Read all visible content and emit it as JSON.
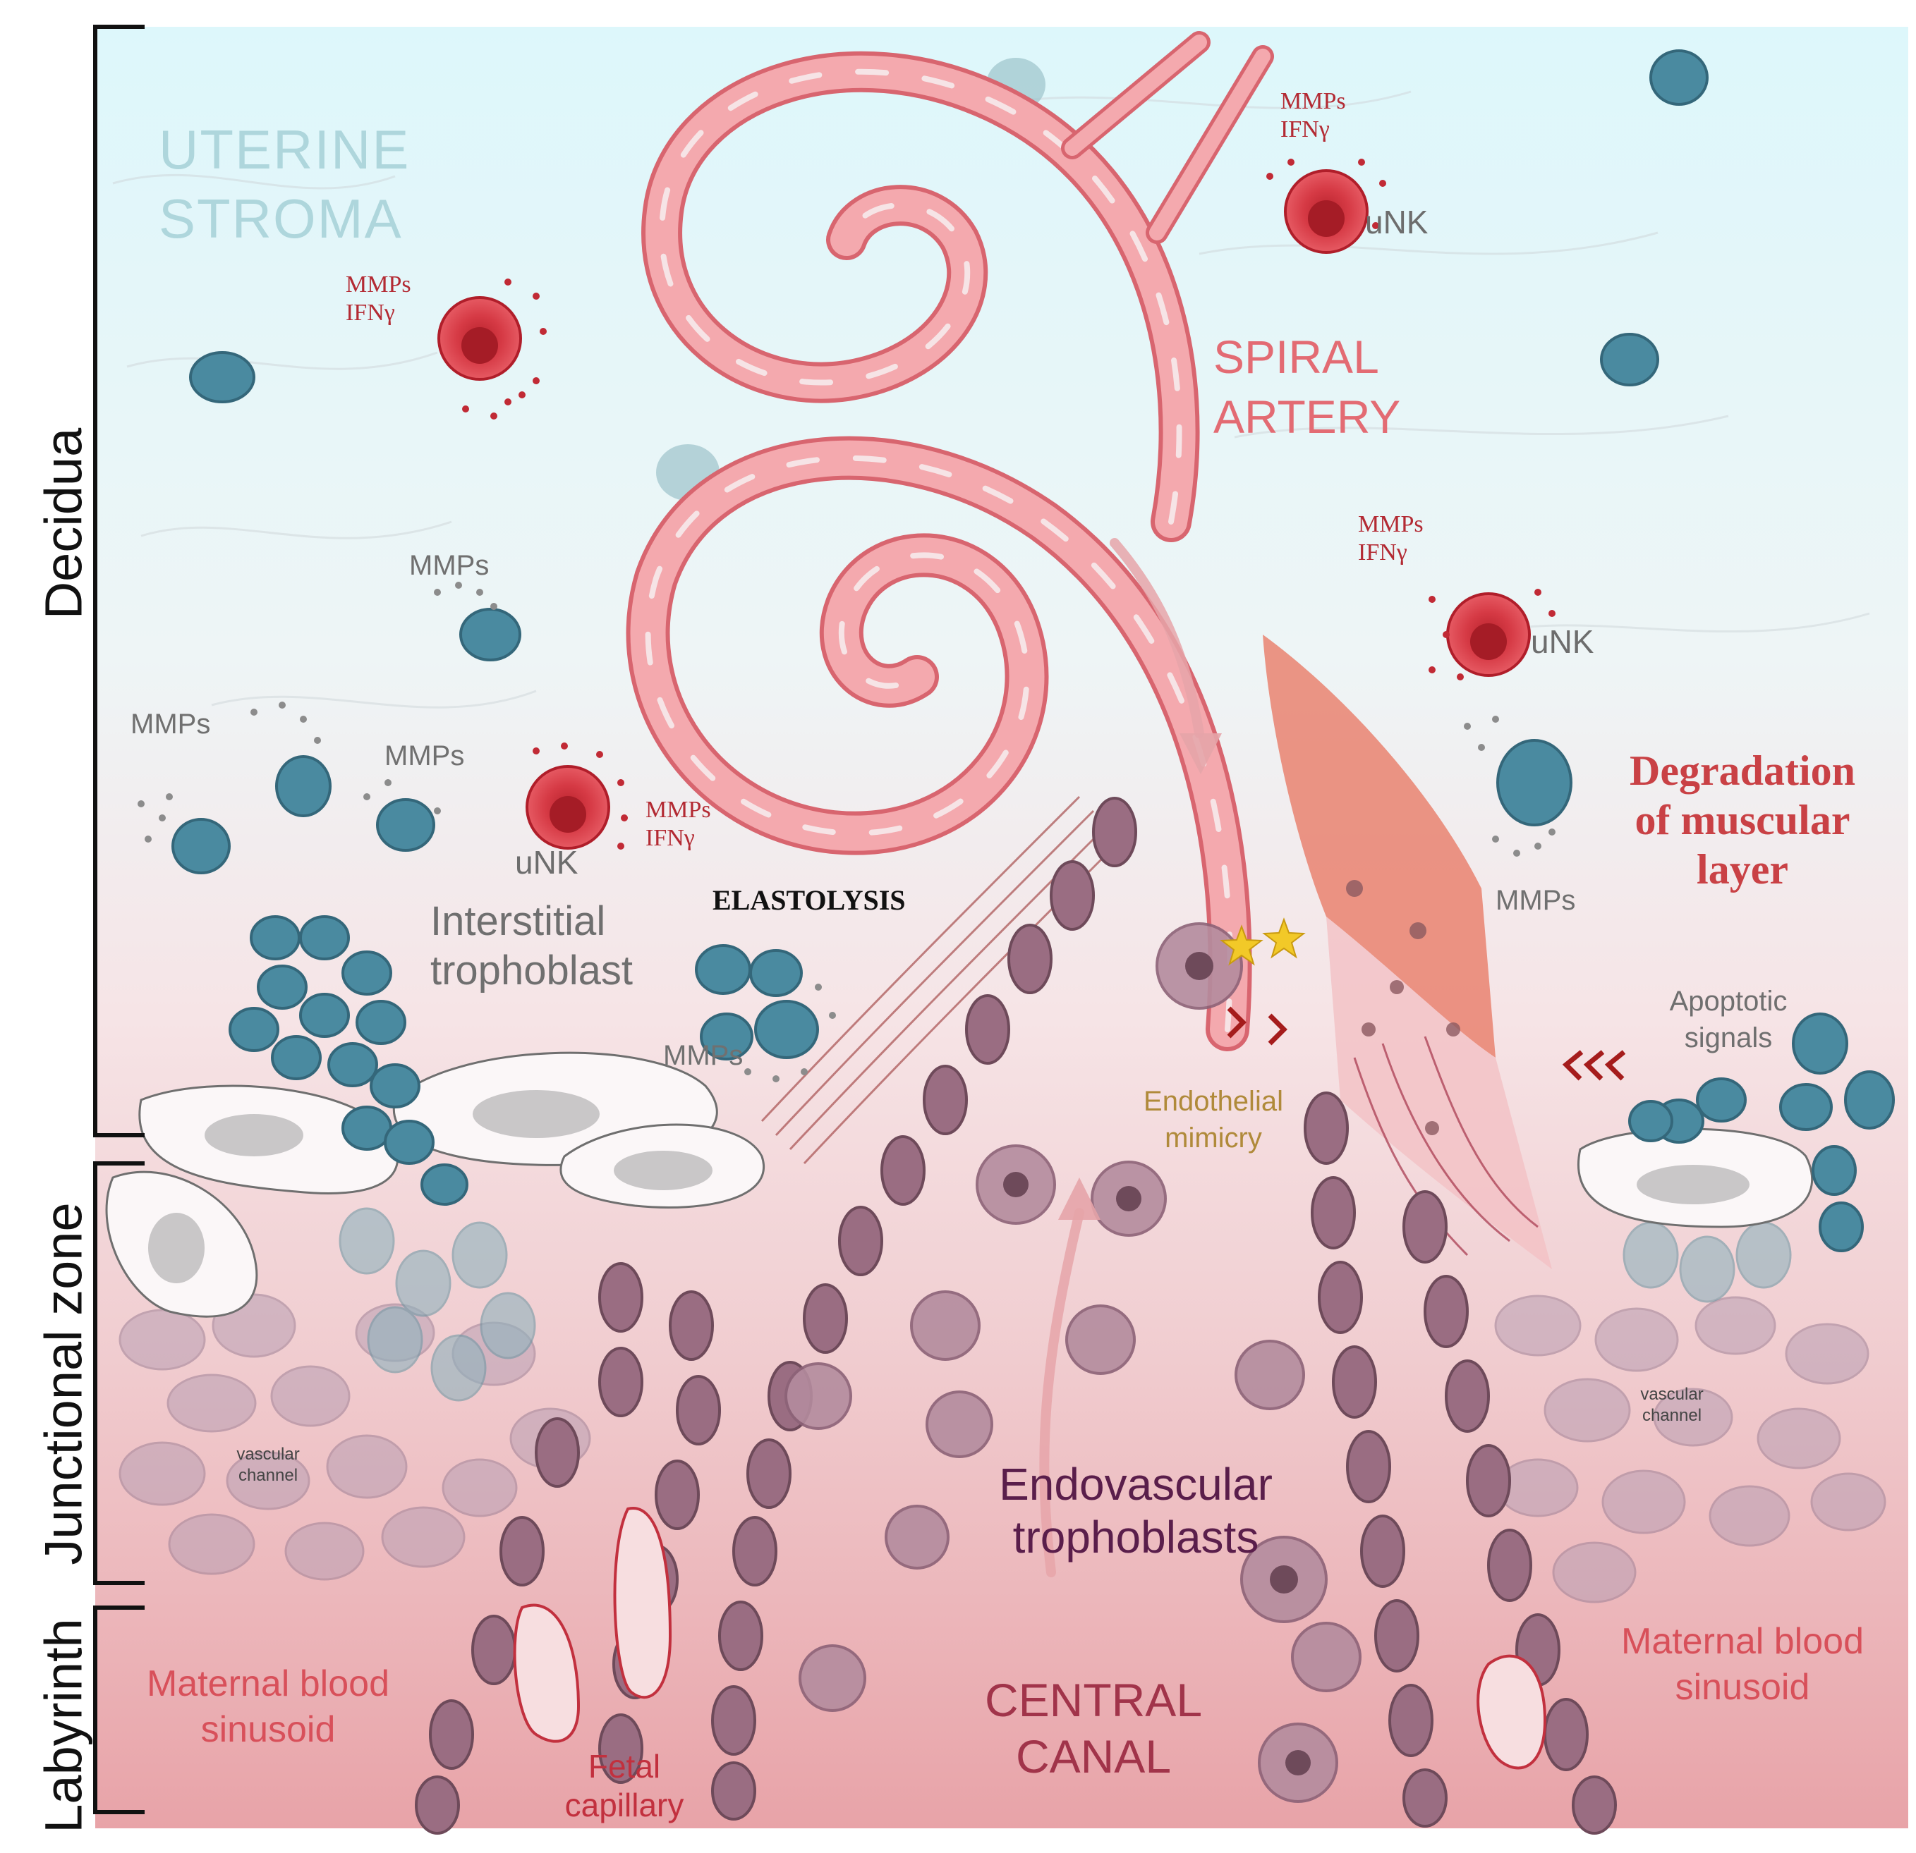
{
  "zones": {
    "decidua": "Decidua",
    "junctional": "Junctional zone",
    "labyrinth": "Labyrinth"
  },
  "labels": {
    "uterine_stroma": [
      "UTERINE",
      "STROMA"
    ],
    "spiral_artery": [
      "SPIRAL",
      "ARTERY"
    ],
    "degradation": [
      "Degradation",
      "of muscular",
      "layer"
    ],
    "elastolysis": "ELASTOLYSIS",
    "interstitial": [
      "Interstitial",
      "trophoblast"
    ],
    "endothelial": [
      "Endothelial",
      "mimicry"
    ],
    "apoptotic": [
      "Apoptotic",
      "signals"
    ],
    "endovascular": [
      "Endovascular",
      "trophoblasts"
    ],
    "central_canal": [
      "CENTRAL",
      "CANAL"
    ],
    "maternal_left": [
      "Maternal blood",
      "sinusoid"
    ],
    "maternal_right": [
      "Maternal blood",
      "sinusoid"
    ],
    "fetal_capillary": [
      "Fetal",
      "capillary"
    ],
    "vascular_left": [
      "vascular",
      "channel"
    ],
    "vascular_right": [
      "vascular",
      "channel"
    ]
  },
  "unk_cells": [
    {
      "mmps": "MMPs",
      "ifn": "IFNγ",
      "label": ""
    },
    {
      "mmps": "MMPs",
      "ifn": "IFNγ",
      "label": "uNK"
    },
    {
      "mmps": "MMPs",
      "ifn": "IFNγ",
      "label": "uNK"
    },
    {
      "mmps": "MMPs",
      "ifn": "IFNγ",
      "label": "uNK"
    }
  ],
  "mmps_labels": [
    "MMPs",
    "MMPs",
    "MMPs",
    "MMPs",
    "MMPs"
  ],
  "colors": {
    "sky_top": "#dff7fb",
    "sky_mid": "#f2eef0",
    "bottom": "#e8a6ab",
    "artery_fill": "#f3a3a9",
    "artery_stroke": "#d8656f",
    "unk_red": "#d63a45",
    "blue_cell": "#3f7f95",
    "troph_purple": "#9a6d82",
    "muscle": "#e8806e"
  }
}
